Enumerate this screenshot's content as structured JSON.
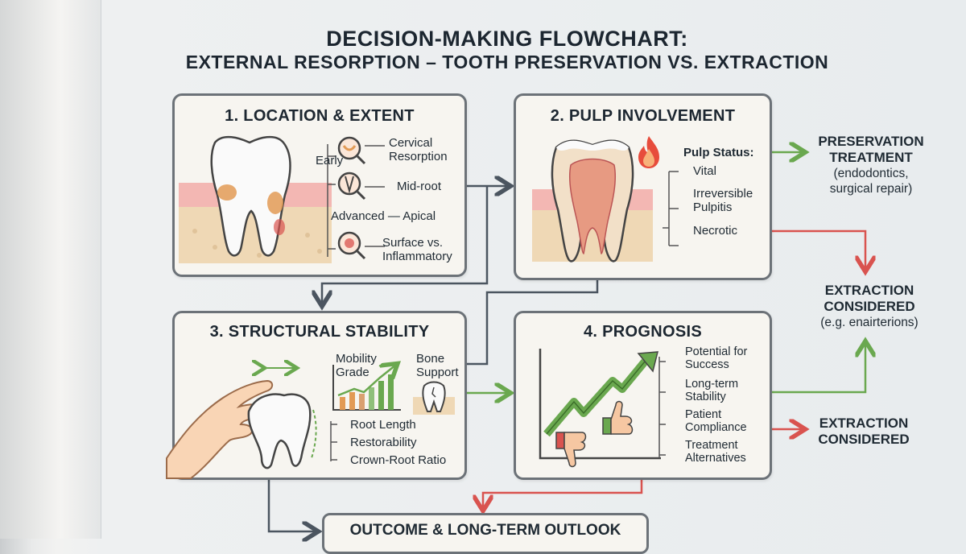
{
  "title": {
    "line1": "DECISION-MAKING FLOWCHART:",
    "line2": "EXTERNAL RESORPTION – TOOTH PRESERVATION VS. EXTRACTION"
  },
  "panel1": {
    "title": "1. LOCATION & EXTENT",
    "early": "Early",
    "cervical_line1": "Cervical",
    "cervical_line2": "Resorption",
    "midroot": "Mid-root",
    "advanced": "Advanced — Apical",
    "surface_line1": "Surface vs.",
    "surface_line2": "Inflammatory"
  },
  "panel2": {
    "title": "2. PULP INVOLVEMENT",
    "status": "Pulp Status:",
    "vital": "Vital",
    "irreversible_line1": "Irreversible",
    "irreversible_line2": "Pulpitis",
    "necrotic": "Necrotic"
  },
  "panel3": {
    "title": "3. STRUCTURAL STABILITY",
    "mobility_line1": "Mobility",
    "mobility_line2": "Grade",
    "bone_line1": "Bone",
    "bone_line2": "Support",
    "root_length": "Root Length",
    "restorability": "Restorability",
    "crown_root": "Crown-Root Ratio"
  },
  "panel4": {
    "title": "4. PROGNOSIS",
    "potential_line1": "Potential for",
    "potential_line2": "Success",
    "longterm_line1": "Long-term",
    "longterm_line2": "Stability",
    "patient_line1": "Patient",
    "patient_line2": "Compliance",
    "treatment_line1": "Treatment",
    "treatment_line2": "Alternatives"
  },
  "outcomes": {
    "preservation_line1": "PRESERVATION",
    "preservation_line2": "TREATMENT",
    "preservation_sub1": "(endodontics,",
    "preservation_sub2": "surgical repair)",
    "extraction1_line1": "EXTRACTION",
    "extraction1_line2": "CONSIDERED",
    "extraction1_sub": "(e.g. enairterions)",
    "extraction2_line1": "EXTRACTION",
    "extraction2_line2": "CONSIDERED"
  },
  "bottom": {
    "title": "OUTCOME & LONG-TERM OUTLOOK"
  },
  "colors": {
    "arrow_gray": "#4b5560",
    "arrow_green": "#6aa84f",
    "arrow_red": "#d9534f",
    "gum_pink": "#f3b7b3",
    "bone_beige": "#efd8b5",
    "lesion_orange": "#e29a55"
  }
}
